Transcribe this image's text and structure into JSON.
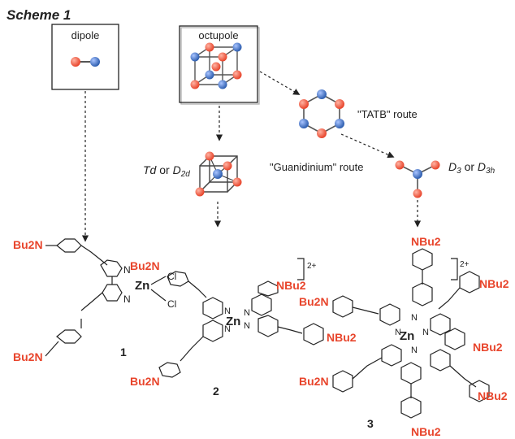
{
  "heading": "Scheme 1",
  "boxes": {
    "dipole": "dipole",
    "octupole": "octupole"
  },
  "routes": {
    "tatb": "\"TATB\" route",
    "guanidinium": "\"Guanidinium\" route"
  },
  "symmetry": {
    "td_prefix": "Td",
    "td_or": " or ",
    "d2d_main": "D",
    "d2d_sub": "2d",
    "d3_main": "D",
    "d3_sub": "3",
    "d3_or": " or ",
    "d3h_main": "D",
    "d3h_sub": "3h"
  },
  "compounds": {
    "c1": "1",
    "c2": "2",
    "c3": "3",
    "charge2": "2+",
    "charge3": "2+"
  },
  "atoms": {
    "zn": "Zn",
    "n": "N",
    "cl": "Cl"
  },
  "substituents": {
    "bu2n": "Bu2N",
    "nbu2": "NBu2"
  },
  "colors": {
    "red_atom": "#e8452c",
    "blue_atom": "#2f5fb0",
    "substituent": "#e8452c",
    "zinc": "#2f5fb0"
  }
}
